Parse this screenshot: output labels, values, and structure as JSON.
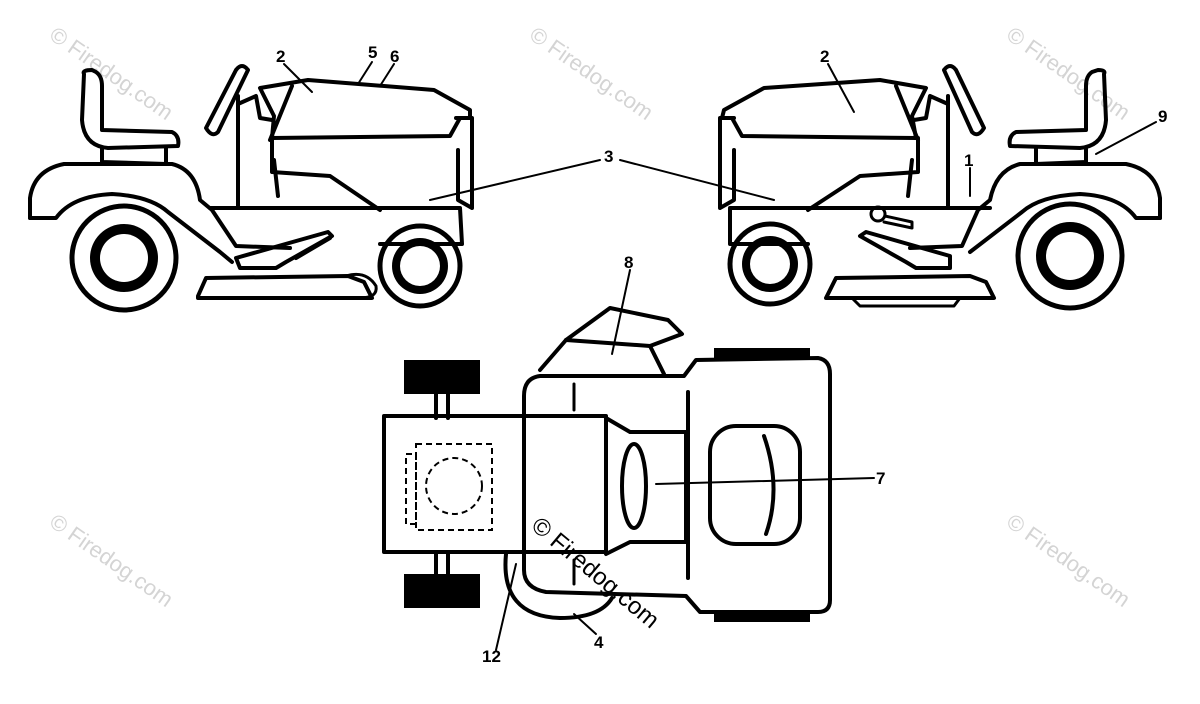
{
  "callouts": {
    "c1": "1",
    "c2_left": "2",
    "c2_right": "2",
    "c3": "3",
    "c4": "4",
    "c5": "5",
    "c6": "6",
    "c7": "7",
    "c8": "8",
    "c9": "9",
    "c12": "12"
  },
  "watermark": {
    "text": "© Firedog.com"
  },
  "colors": {
    "line": "#000000",
    "watermark": "#d4d4d4",
    "background": "#ffffff"
  }
}
